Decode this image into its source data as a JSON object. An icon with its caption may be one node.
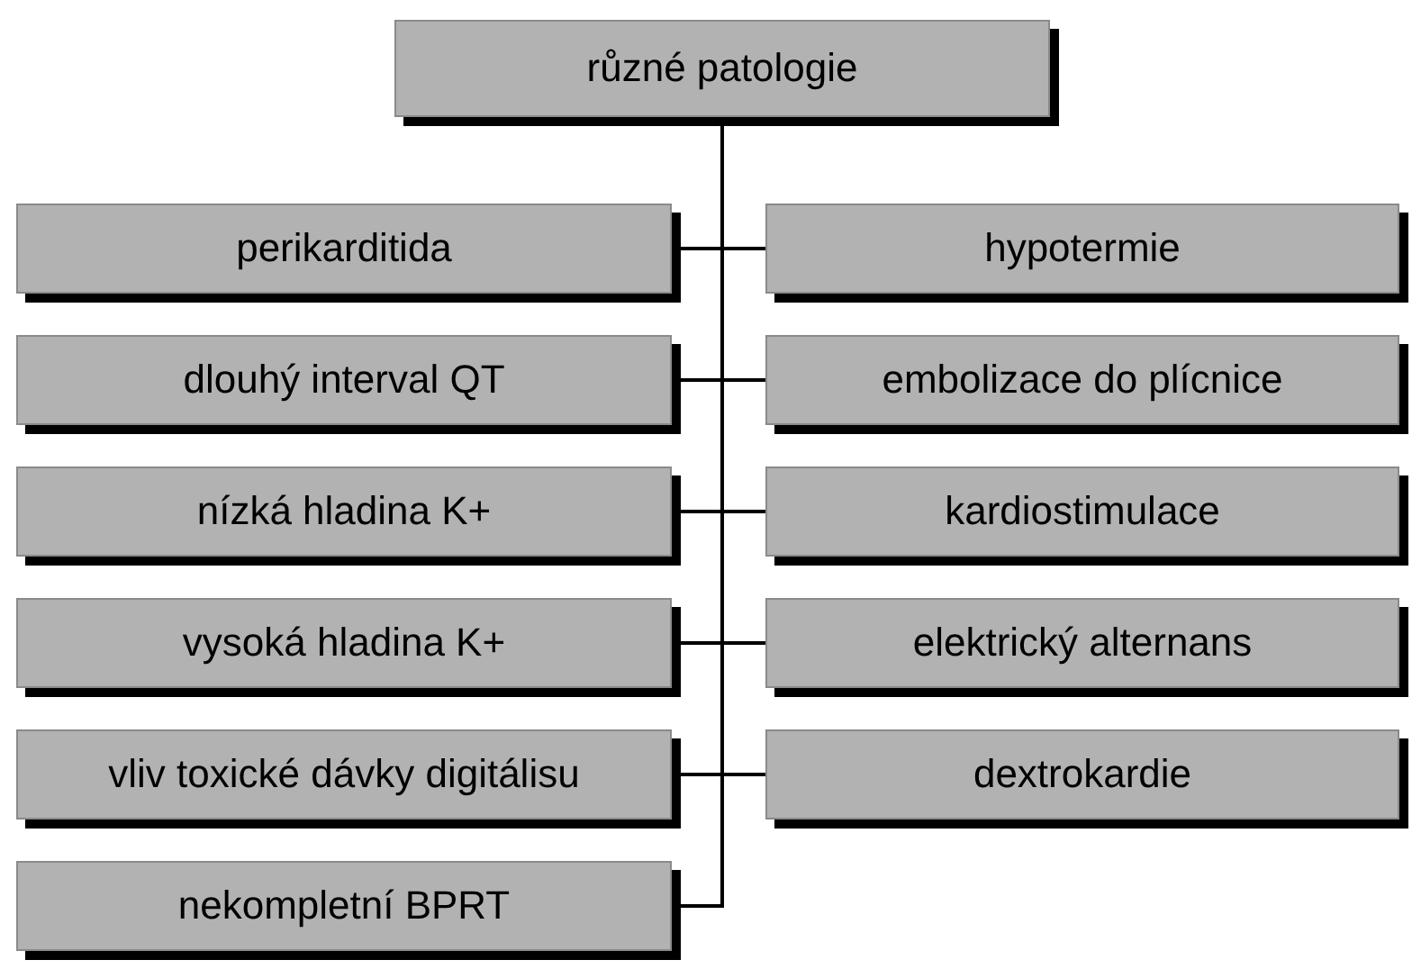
{
  "diagram": {
    "nodes": [
      {
        "text": [
          "různé patologie"
        ]
      },
      {
        "text": [
          "perikarditida"
        ]
      },
      {
        "text": [
          "hypotermie"
        ]
      },
      {
        "text": [
          "dlouhý interval QT"
        ]
      },
      {
        "text": [
          "embolizace do plícnice"
        ]
      },
      {
        "text": [
          "nízká hladina K+"
        ]
      },
      {
        "text": [
          "kardiostimulace"
        ]
      },
      {
        "text": [
          "vysoká hladina K+"
        ]
      },
      {
        "text": [
          "elektrický alternans"
        ]
      },
      {
        "text": [
          "vliv toxické dávky digitálisu"
        ]
      },
      {
        "text": [
          "dextrokardie"
        ]
      },
      {
        "text": [
          "nekompletní BPRT"
        ]
      }
    ],
    "edges": [
      {
        "from": 0,
        "to": 1,
        "arrow": "none"
      },
      {
        "from": 0,
        "to": 2,
        "arrow": "none"
      },
      {
        "from": 0,
        "to": 3,
        "arrow": "none"
      },
      {
        "from": 0,
        "to": 4,
        "arrow": "none"
      },
      {
        "from": 0,
        "to": 5,
        "arrow": "none"
      },
      {
        "from": 0,
        "to": 6,
        "arrow": "none"
      },
      {
        "from": 0,
        "to": 7,
        "arrow": "none"
      },
      {
        "from": 0,
        "to": 8,
        "arrow": "none"
      },
      {
        "from": 0,
        "to": 9,
        "arrow": "none"
      },
      {
        "from": 0,
        "to": 10,
        "arrow": "none"
      },
      {
        "from": 0,
        "to": 11,
        "arrow": "none"
      }
    ]
  }
}
